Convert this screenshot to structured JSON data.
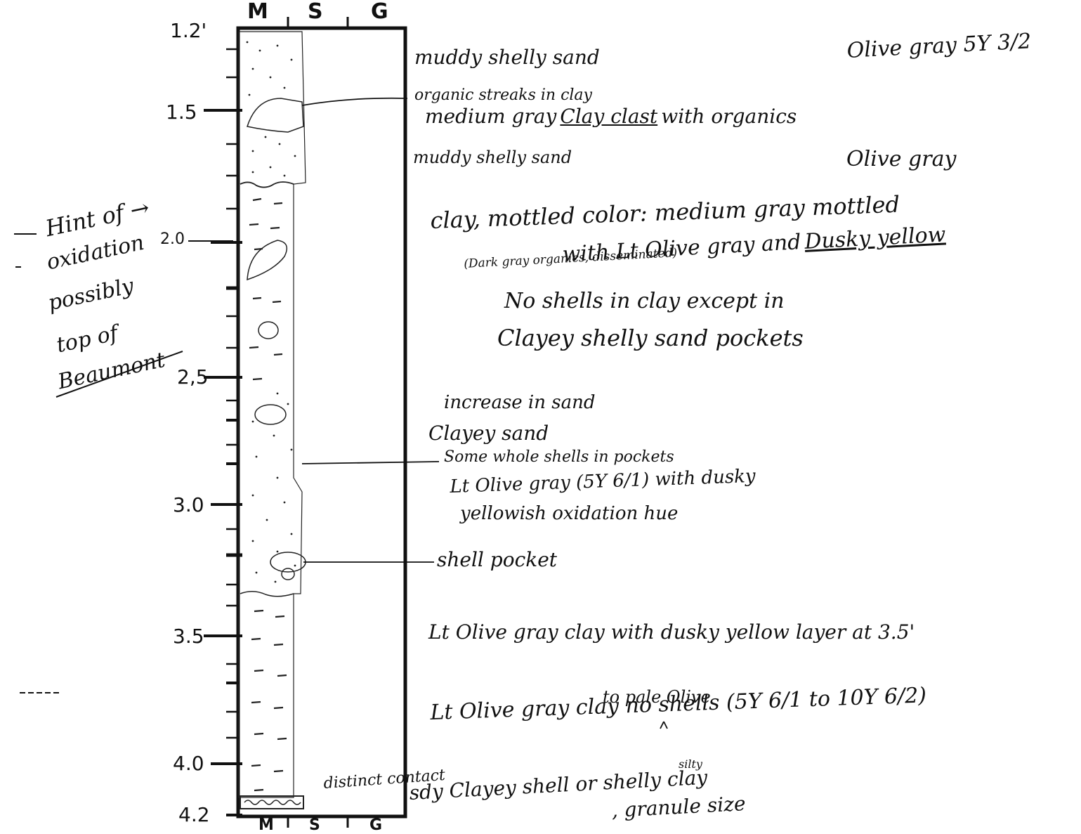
{
  "header": {
    "col_m": "M",
    "col_s": "S",
    "col_g": "G"
  },
  "footer": {
    "col_m": "M",
    "col_s": "S",
    "col_g": "G"
  },
  "depths": [
    "1.2'",
    "1.5",
    "2.0",
    "2,5",
    "3.0",
    "3.5",
    "4.0",
    "4.2"
  ],
  "side_note": {
    "line1": "Hint of →",
    "line2": "oxidation",
    "line3": "possibly",
    "line4": "top of",
    "line5": "Beaumont"
  },
  "top_color": "Olive gray 5Y 3/2",
  "olive_gray": "Olive gray",
  "descriptions": {
    "d1": "muddy shelly sand",
    "d2": "organic streaks in clay",
    "d3a": "medium gray",
    "d3b": "Clay clast",
    "d3c": "with organics",
    "d4": "muddy shelly sand",
    "d5": "clay, mottled color: medium gray mottled",
    "d6a": "with Lt Olive gray and",
    "d6b": "Dusky yellow",
    "d7": "(Dark gray organics, disseminated)",
    "d8": "No shells in clay except in",
    "d9": "Clayey shelly sand pockets",
    "d10": "increase in sand",
    "d11": "Clayey sand",
    "d12": "Some whole shells in pockets",
    "d13": "Lt Olive gray (5Y 6/1) with dusky",
    "d14": "yellowish oxidation hue",
    "d15": "shell pocket",
    "d16": "Lt Olive gray clay with dusky yellow layer at 3.5'",
    "d17": "to pale Olive",
    "d18": "Lt Olive gray clay no shells (5Y 6/1 to 10Y 6/2)",
    "d19a": "distinct contact",
    "d19b": "silty",
    "d20": "sdy Clayey shell or shelly clay",
    "d21": ", granule size"
  }
}
